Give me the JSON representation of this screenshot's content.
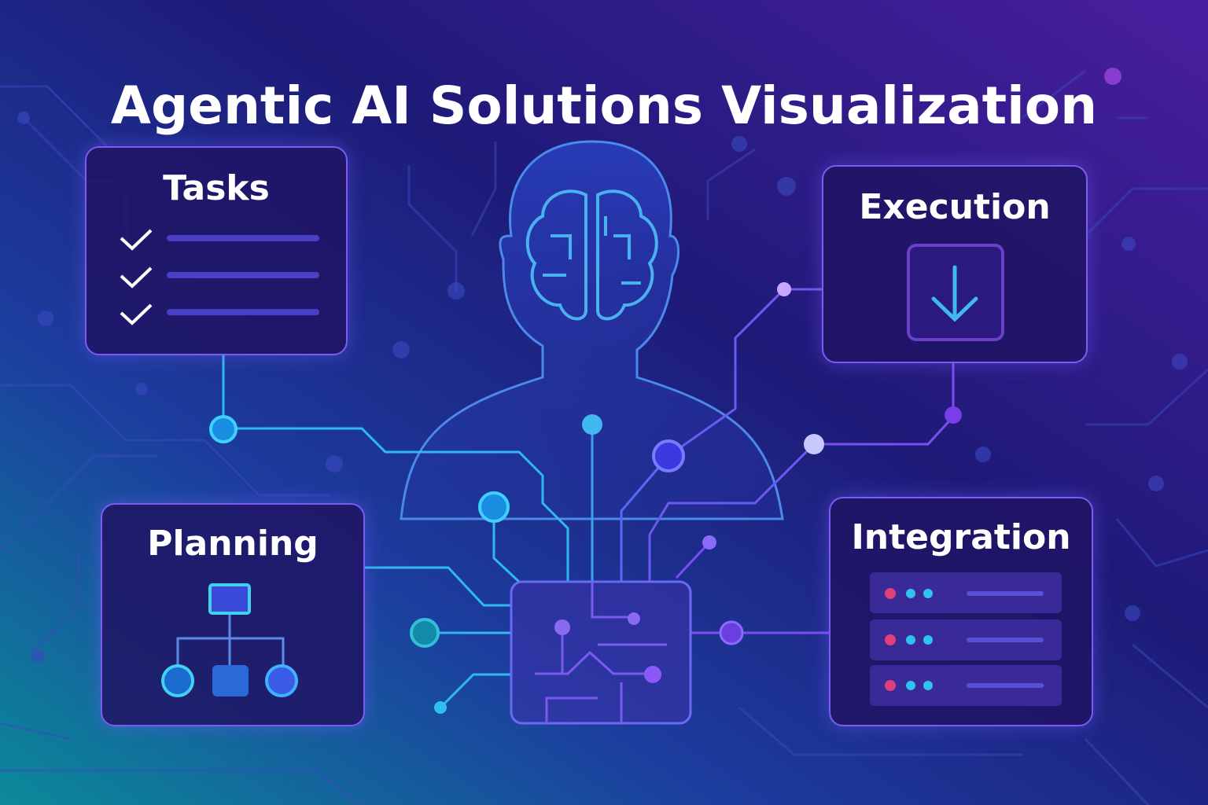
{
  "title": "Agentic AI Solutions Visualization",
  "cards": {
    "tasks": {
      "label": "Tasks",
      "icon": "checklist-icon"
    },
    "planning": {
      "label": "Planning",
      "icon": "hierarchy-icon"
    },
    "execution": {
      "label": "Execution",
      "icon": "download-arrow-icon"
    },
    "integration": {
      "label": "Integration",
      "icon": "server-stack-icon"
    }
  },
  "colors": {
    "bg_dark": "#1a1660",
    "bg_teal": "#0b8a9a",
    "bg_purple": "#5a1fa8",
    "cyan": "#2fc3f0",
    "violet": "#8a5cf6",
    "pink": "#e0407a"
  }
}
